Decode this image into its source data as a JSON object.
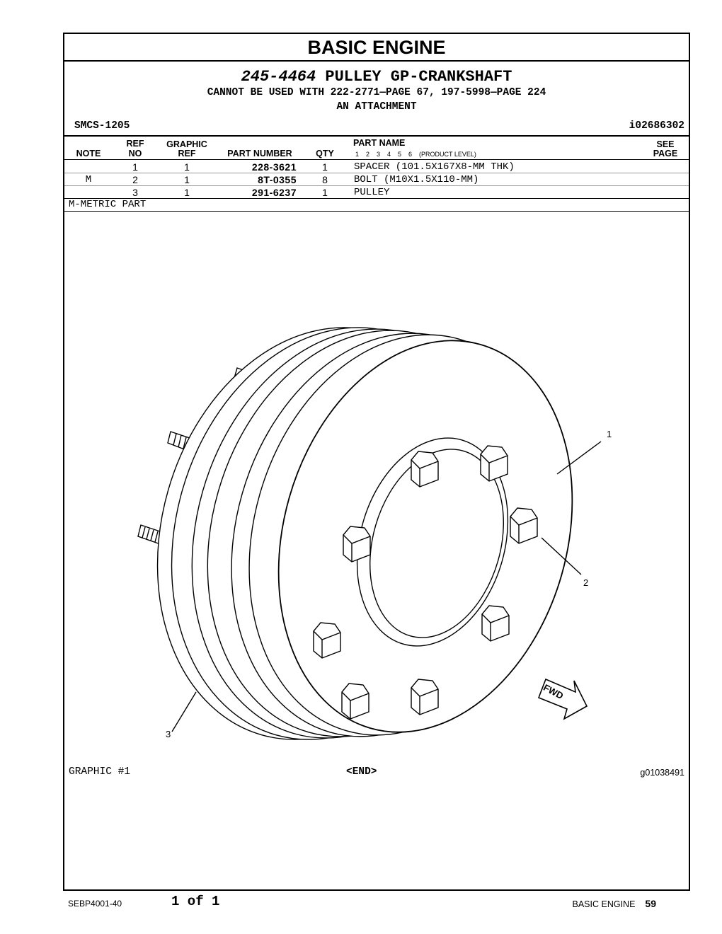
{
  "page": {
    "section_title": "BASIC ENGINE",
    "group_number": "245-4464",
    "group_name": "PULLEY GP-CRANKSHAFT",
    "restriction": "CANNOT BE USED WITH 222-2771—PAGE 67, 197-5998—PAGE 224",
    "category": "AN ATTACHMENT",
    "smcs": "SMCS-1205",
    "illustration_id": "i02686302"
  },
  "table": {
    "headers": {
      "note": "NOTE",
      "ref_no_1": "REF",
      "ref_no_2": "NO",
      "graphic_ref_1": "GRAPHIC",
      "graphic_ref_2": "REF",
      "part_number": "PART NUMBER",
      "qty": "QTY",
      "part_name": "PART NAME",
      "product_levels": "1    2    3    4    5    6    (PRODUCT LEVEL)",
      "see_page_1": "SEE",
      "see_page_2": "PAGE"
    },
    "rows": [
      {
        "note": "",
        "ref_no": "1",
        "graphic_ref": "1",
        "part_number": "228-3621",
        "qty": "1",
        "part_name": "SPACER (101.5X167X8-MM THK)",
        "see_page": ""
      },
      {
        "note": "M",
        "ref_no": "2",
        "graphic_ref": "1",
        "part_number": "8T-0355",
        "qty": "8",
        "part_name": "BOLT (M10X1.5X110-MM)",
        "see_page": ""
      },
      {
        "note": "",
        "ref_no": "3",
        "graphic_ref": "1",
        "part_number": "291-6237",
        "qty": "1",
        "part_name": "PULLEY",
        "see_page": ""
      }
    ],
    "footnote": "M-METRIC PART"
  },
  "graphic": {
    "callouts": [
      "1",
      "2",
      "3"
    ],
    "fwd_label": "FWD",
    "label": "GRAPHIC #1",
    "end_marker": "<END>",
    "graphic_id": "g01038491"
  },
  "footer": {
    "doc_number": "SEBP4001-40",
    "page_of": "1 of 1",
    "section": "BASIC ENGINE",
    "page_number": "59"
  }
}
